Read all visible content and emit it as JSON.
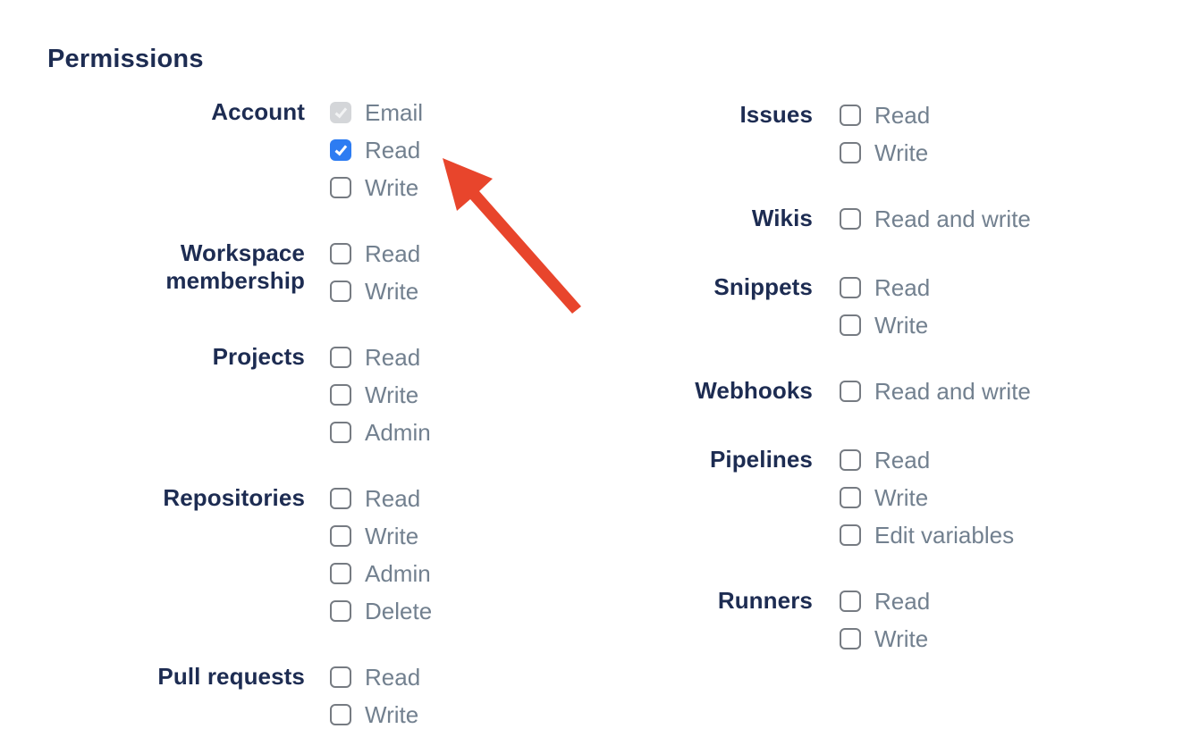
{
  "heading": "Permissions",
  "colors": {
    "navy": "#1d2c52",
    "opt_gray": "#72808f",
    "cb_border": "#767b82",
    "cb_blue": "#2d7cf2",
    "cb_disabled": "#d4d6d9",
    "arrow_red": "#e8452c"
  },
  "permissions": {
    "left_column": [
      {
        "label": "Account",
        "options": [
          {
            "label": "Email",
            "checked": true,
            "disabled": true
          },
          {
            "label": "Read",
            "checked": true,
            "disabled": false
          },
          {
            "label": "Write",
            "checked": false,
            "disabled": false
          }
        ]
      },
      {
        "label": "Workspace membership",
        "options": [
          {
            "label": "Read",
            "checked": false,
            "disabled": false
          },
          {
            "label": "Write",
            "checked": false,
            "disabled": false
          }
        ]
      },
      {
        "label": "Projects",
        "options": [
          {
            "label": "Read",
            "checked": false,
            "disabled": false
          },
          {
            "label": "Write",
            "checked": false,
            "disabled": false
          },
          {
            "label": "Admin",
            "checked": false,
            "disabled": false
          }
        ]
      },
      {
        "label": "Repositories",
        "options": [
          {
            "label": "Read",
            "checked": false,
            "disabled": false
          },
          {
            "label": "Write",
            "checked": false,
            "disabled": false
          },
          {
            "label": "Admin",
            "checked": false,
            "disabled": false
          },
          {
            "label": "Delete",
            "checked": false,
            "disabled": false
          }
        ]
      },
      {
        "label": "Pull requests",
        "options": [
          {
            "label": "Read",
            "checked": false,
            "disabled": false
          },
          {
            "label": "Write",
            "checked": false,
            "disabled": false
          }
        ]
      }
    ],
    "right_column": [
      {
        "label": "Issues",
        "options": [
          {
            "label": "Read",
            "checked": false,
            "disabled": false
          },
          {
            "label": "Write",
            "checked": false,
            "disabled": false
          }
        ]
      },
      {
        "label": "Wikis",
        "options": [
          {
            "label": "Read and write",
            "checked": false,
            "disabled": false
          }
        ]
      },
      {
        "label": "Snippets",
        "options": [
          {
            "label": "Read",
            "checked": false,
            "disabled": false
          },
          {
            "label": "Write",
            "checked": false,
            "disabled": false
          }
        ]
      },
      {
        "label": "Webhooks",
        "options": [
          {
            "label": "Read and write",
            "checked": false,
            "disabled": false
          }
        ]
      },
      {
        "label": "Pipelines",
        "options": [
          {
            "label": "Read",
            "checked": false,
            "disabled": false
          },
          {
            "label": "Write",
            "checked": false,
            "disabled": false
          },
          {
            "label": "Edit variables",
            "checked": false,
            "disabled": false
          }
        ]
      },
      {
        "label": "Runners",
        "options": [
          {
            "label": "Read",
            "checked": false,
            "disabled": false
          },
          {
            "label": "Write",
            "checked": false,
            "disabled": false
          }
        ]
      }
    ]
  }
}
